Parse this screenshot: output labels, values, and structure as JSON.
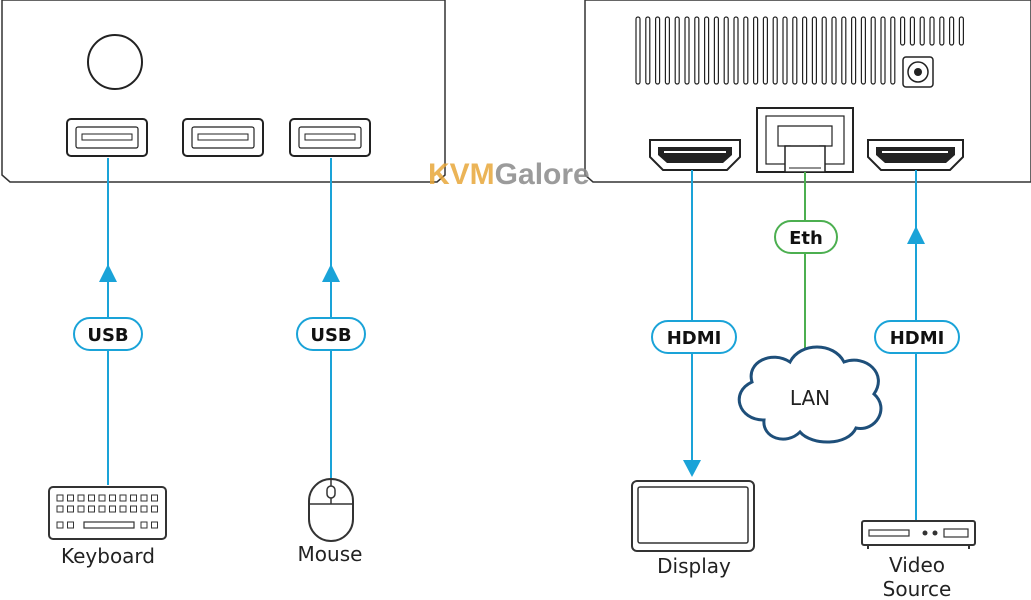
{
  "watermark": {
    "kvm": "KVM",
    "galore": "Galore"
  },
  "connections": {
    "usb_keyboard": "USB",
    "usb_mouse": "USB",
    "hdmi_display": "HDMI",
    "eth": "Eth",
    "hdmi_source": "HDMI"
  },
  "cloud_label": "LAN",
  "devices": {
    "keyboard": "Keyboard",
    "mouse": "Mouse",
    "display": "Display",
    "video_source_line1": "Video",
    "video_source_line2": "Source"
  },
  "colors": {
    "usb_hdmi_line": "#1aa3d8",
    "eth_line": "#4caf50",
    "cloud_stroke": "#1e4f7a",
    "device_stroke": "#333333",
    "watermark_kvm": "#e8a73a",
    "watermark_galore": "#8a8a8a"
  }
}
